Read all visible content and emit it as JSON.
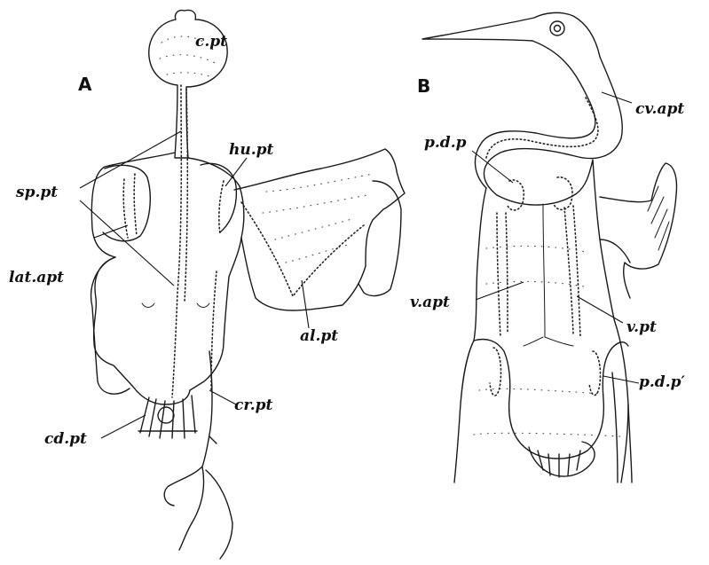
{
  "panels": {
    "a": "A",
    "b": "B"
  },
  "labels": {
    "c_pt": "c.pt",
    "hu_pt": "hu.pt",
    "sp_pt": "sp.pt",
    "lat_apt": "lat.apt",
    "al_pt": "al.pt",
    "cd_pt": "cd.pt",
    "cr_pt": "cr.pt",
    "cv_apt": "cv.apt",
    "p_d_p": "p.d.p",
    "v_apt": "v.apt",
    "v_pt": "v.pt",
    "p_d_p_prime": "p.d.p′"
  }
}
